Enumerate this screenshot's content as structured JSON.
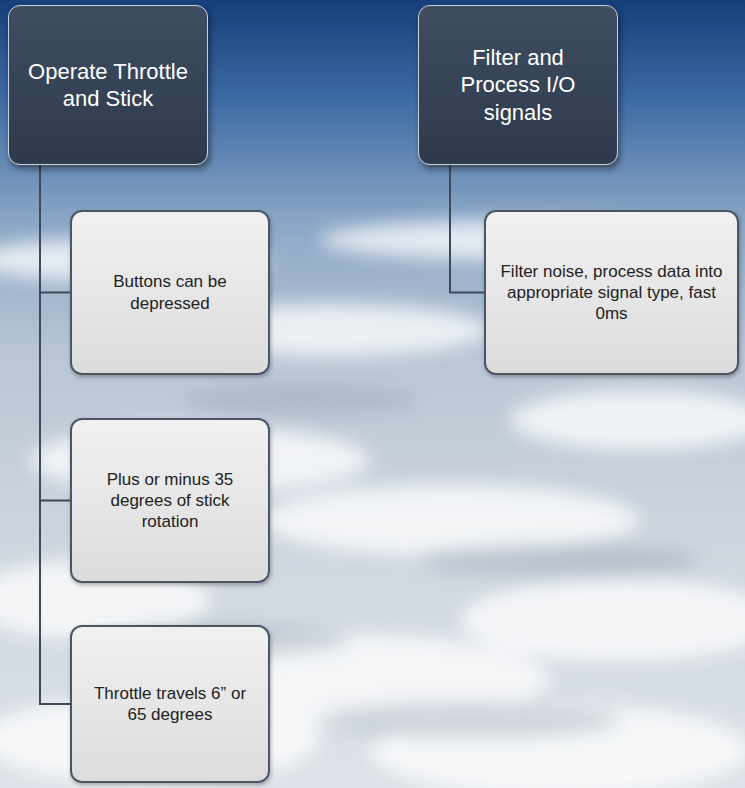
{
  "diagram": {
    "nodes": [
      {
        "text": [
          "Operate Throttle and Stick"
        ]
      },
      {
        "text": [
          "Buttons can be depressed"
        ]
      },
      {
        "text": [
          "Plus or minus 35 degrees of stick rotation"
        ]
      },
      {
        "text": [
          "Throttle travels 6” or 65 degrees"
        ]
      },
      {
        "text": [
          "Filter and Process I/O signals"
        ]
      },
      {
        "text": [
          "Filter noise, process data into appropriate signal type, fast 0ms"
        ]
      }
    ],
    "edges": [
      {
        "from": 0,
        "to": 1,
        "arrow": "none"
      },
      {
        "from": 0,
        "to": 2,
        "arrow": "none"
      },
      {
        "from": 0,
        "to": 3,
        "arrow": "none"
      },
      {
        "from": 4,
        "to": 5,
        "arrow": "none"
      }
    ]
  }
}
